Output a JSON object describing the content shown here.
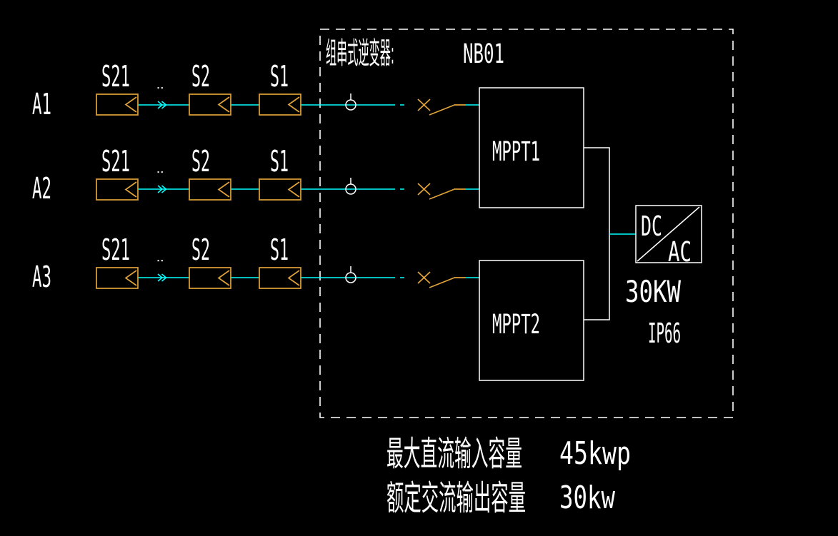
{
  "header": {
    "label": "组串式逆变器:",
    "id": "NB01"
  },
  "strings": [
    {
      "name": "A1",
      "modules": [
        "S21",
        "S2",
        "S1"
      ]
    },
    {
      "name": "A2",
      "modules": [
        "S21",
        "S2",
        "S1"
      ]
    },
    {
      "name": "A3",
      "modules": [
        "S21",
        "S2",
        "S1"
      ]
    }
  ],
  "mppt": {
    "mppt1": "MPPT1",
    "mppt2": "MPPT2"
  },
  "converter": {
    "input": "DC",
    "output": "AC",
    "power": "30KW",
    "rating": "IP66"
  },
  "specs": [
    {
      "label": "最大直流输入容量",
      "value": "45kwp"
    },
    {
      "label": "额定交流输出容量",
      "value": "30kw"
    }
  ],
  "colors": {
    "background": "#000000",
    "wire": "#00ffff",
    "device": "#e2a338",
    "outline": "#ffffff"
  }
}
